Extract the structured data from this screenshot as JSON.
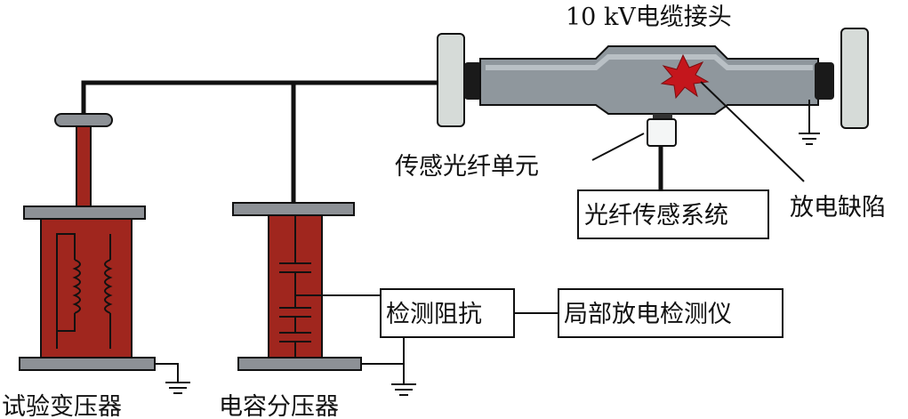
{
  "labels": {
    "cable_joint": "10 kV电缆接头",
    "fiber_unit": "传感光纤单元",
    "fiber_system": "光纤传感系统",
    "discharge_defect": "放电缺陷",
    "detection_impedance": "检测阻抗",
    "pd_detector": "局部放电检测仪",
    "test_transformer": "试验变压器",
    "capacitive_divider": "电容分压器"
  },
  "colors": {
    "tank_red": "#a0261e",
    "plate_gray": "#8d9196",
    "cable_gray": "#8f979d",
    "end_cap": "#d6dbd8",
    "spark": "#c4161c"
  }
}
